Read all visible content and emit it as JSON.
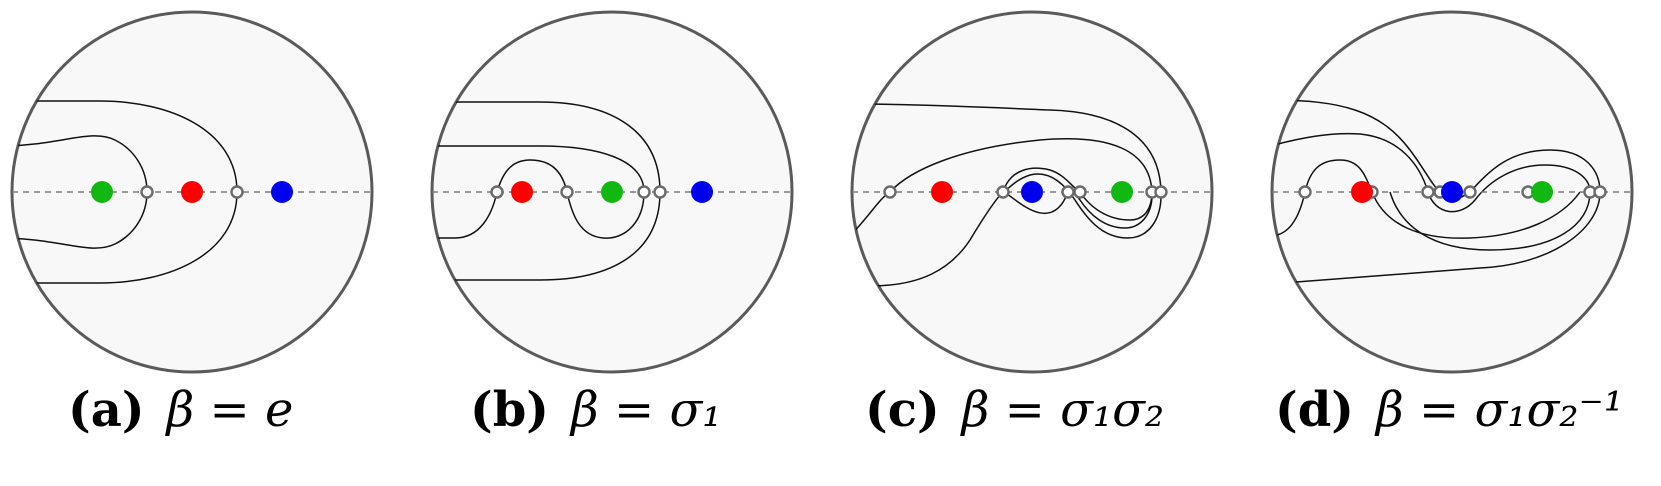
{
  "colors": {
    "red": "#ff0000",
    "green": "#11b811",
    "blue": "#0000ee"
  },
  "panels": [
    {
      "tag": "(a)",
      "equation": "β = e"
    },
    {
      "tag": "(b)",
      "equation": "β = σ₁"
    },
    {
      "tag": "(c)",
      "equation": "β = σ₁σ₂"
    },
    {
      "tag": "(d)",
      "equation": "β = σ₁σ₂⁻¹"
    }
  ],
  "punctures": [
    [
      "green",
      "red",
      "blue"
    ],
    [
      "red",
      "green",
      "blue"
    ],
    [
      "red",
      "blue",
      "green"
    ],
    [
      "red",
      "blue",
      "green"
    ]
  ]
}
